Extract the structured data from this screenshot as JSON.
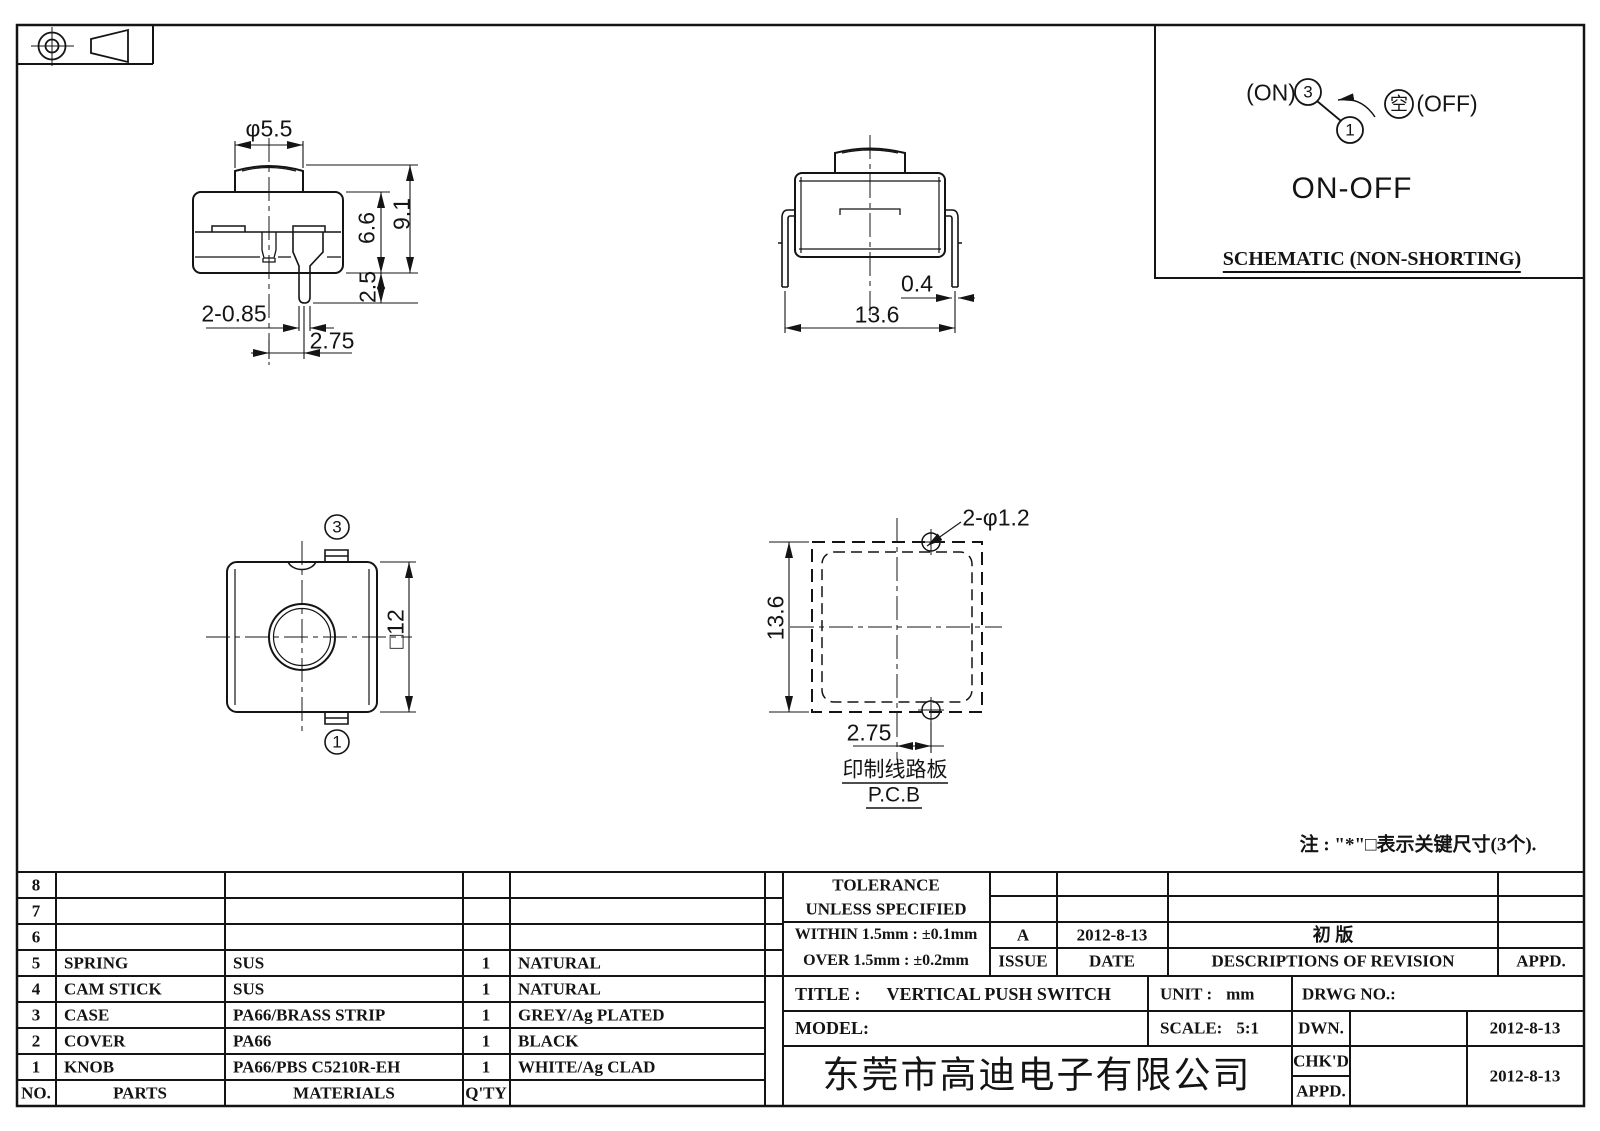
{
  "views": {
    "front": {
      "dim_knob_dia": "φ5.5",
      "dim_body_h": "6.6",
      "dim_total_h": "9.1",
      "dim_pin_len": "2.5",
      "dim_pin_width": "2-0.85",
      "dim_pin_offset": "2.75"
    },
    "side": {
      "dim_leg_thickness": "0.4",
      "dim_leg_span": "13.6"
    },
    "top": {
      "dim_body_size": "□12",
      "terminal_top": "3",
      "terminal_bottom": "1"
    },
    "pcb": {
      "dim_holes": "2-φ1.2",
      "dim_height": "13.6",
      "dim_hole_offset": "2.75",
      "label_cn": "印制线路板",
      "label_en": "P.C.B"
    }
  },
  "schematic": {
    "on_label": "(ON)",
    "terminal_3": "3",
    "terminal_1": "1",
    "off_symbol": "空",
    "off_label": "(OFF)",
    "function_label": "ON-OFF",
    "caption": "SCHEMATIC (NON-SHORTING)"
  },
  "note": "注 : \"*\"□表示关键尺寸(3个).",
  "parts_list": {
    "headers": {
      "no": "NO.",
      "parts": "PARTS",
      "materials": "MATERIALS",
      "qty": "Q'TY"
    },
    "rows": [
      {
        "no": "8",
        "part": "",
        "material": "",
        "qty": "",
        "finish": ""
      },
      {
        "no": "7",
        "part": "",
        "material": "",
        "qty": "",
        "finish": ""
      },
      {
        "no": "6",
        "part": "",
        "material": "",
        "qty": "",
        "finish": ""
      },
      {
        "no": "5",
        "part": "SPRING",
        "material": "SUS",
        "qty": "1",
        "finish": "NATURAL"
      },
      {
        "no": "4",
        "part": "CAM STICK",
        "material": "SUS",
        "qty": "1",
        "finish": "NATURAL"
      },
      {
        "no": "3",
        "part": "CASE",
        "material": "PA66/BRASS STRIP",
        "qty": "1",
        "finish": "GREY/Ag PLATED"
      },
      {
        "no": "2",
        "part": "COVER",
        "material": "PA66",
        "qty": "1",
        "finish": "BLACK"
      },
      {
        "no": "1",
        "part": "KNOB",
        "material": "PA66/PBS C5210R-EH",
        "qty": "1",
        "finish": "WHITE/Ag CLAD"
      }
    ]
  },
  "tolerance": {
    "title": "TOLERANCE",
    "subtitle": "UNLESS SPECIFIED",
    "within": "WITHIN 1.5mm : ±0.1mm",
    "over": "OVER 1.5mm : ±0.2mm"
  },
  "revision": {
    "issue_value": "A",
    "date_value": "2012-8-13",
    "description_value": "初 版",
    "issue_header": "ISSUE",
    "date_header": "DATE",
    "description_header": "DESCRIPTIONS OF REVISION",
    "appd_header": "APPD."
  },
  "title_block": {
    "title_label": "TITLE :",
    "title_value": "VERTICAL PUSH SWITCH",
    "unit_label": "UNIT :",
    "unit_value": "mm",
    "drwg_label": "DRWG NO.:",
    "model_label": "MODEL:",
    "scale_label": "SCALE:",
    "scale_value": "5:1",
    "company": "东莞市高迪电子有限公司",
    "dwn_label": "DWN.",
    "chkd_label": "CHK'D",
    "appd_label": "APPD.",
    "dwn_date": "2012-8-13",
    "chkd_appd_date": "2012-8-13"
  }
}
